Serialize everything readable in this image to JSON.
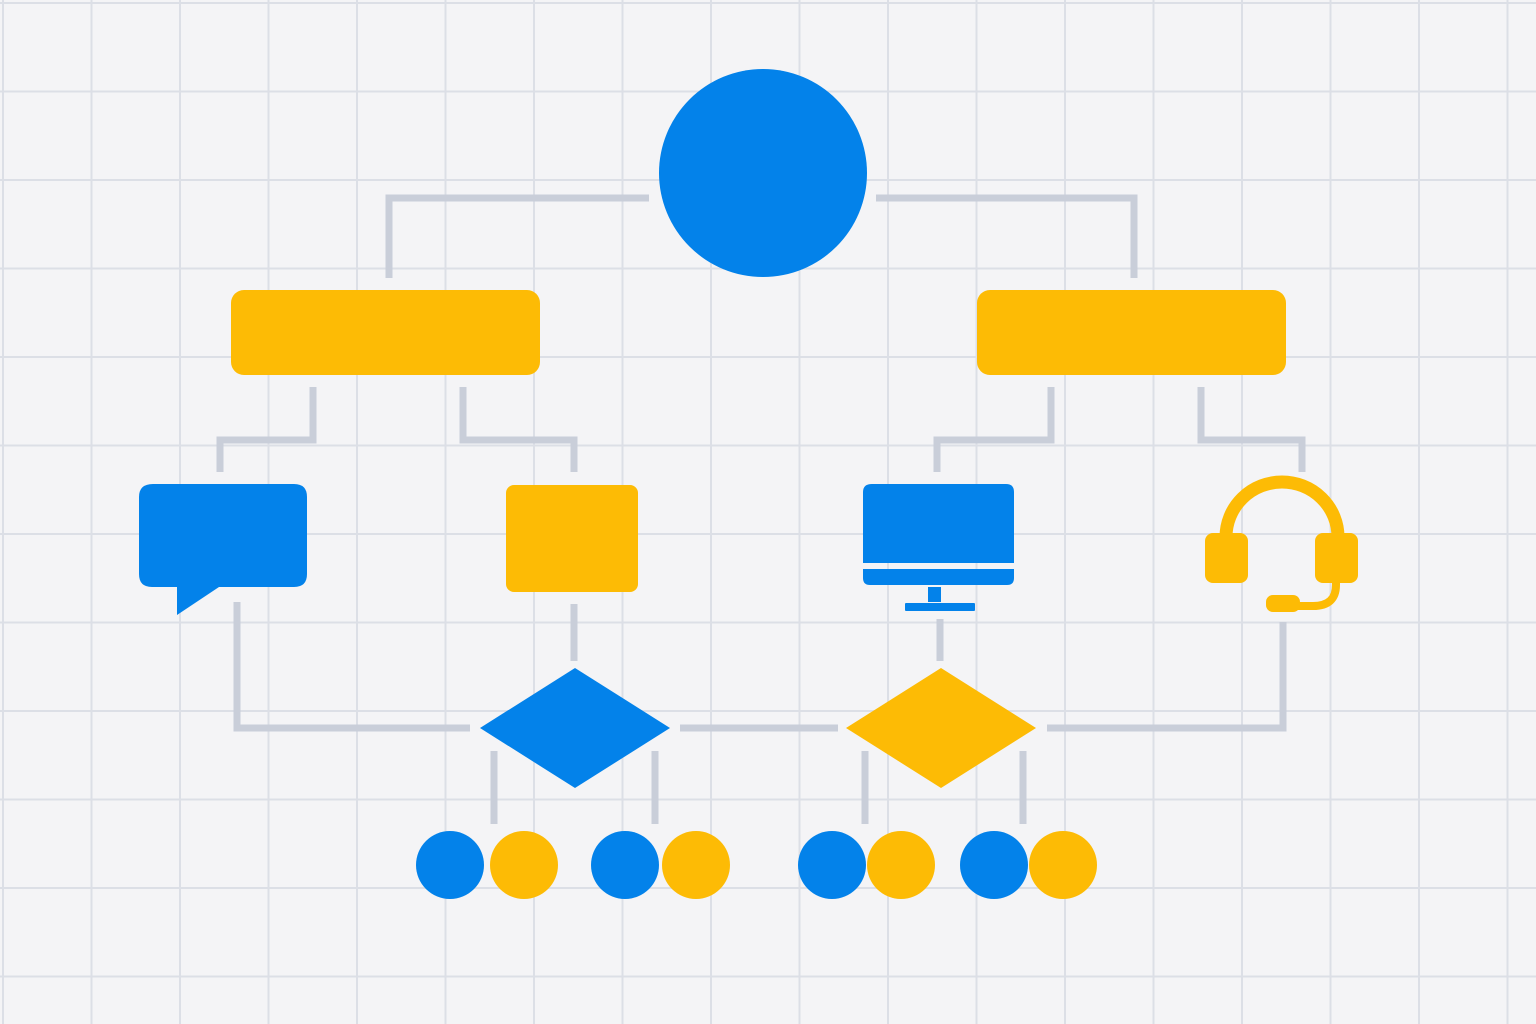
{
  "colors": {
    "background": "#f4f4f6",
    "grid": "#dcdfe6",
    "connector": "#c9ced9",
    "blue": "#0382ea",
    "yellow": "#fdbb05"
  },
  "diagram": {
    "root": {
      "shape": "circle",
      "color": "blue"
    },
    "branches": [
      {
        "shape": "rounded-rectangle",
        "color": "yellow",
        "children": [
          {
            "shape": "speech-bubble",
            "icon": "chat-icon",
            "color": "blue"
          },
          {
            "shape": "rounded-square",
            "color": "yellow"
          }
        ]
      },
      {
        "shape": "rounded-rectangle",
        "color": "yellow",
        "children": [
          {
            "shape": "monitor",
            "icon": "monitor-icon",
            "color": "blue"
          },
          {
            "shape": "headset",
            "icon": "headset-icon",
            "color": "yellow"
          }
        ]
      }
    ],
    "decisions": [
      {
        "shape": "diamond",
        "color": "blue"
      },
      {
        "shape": "diamond",
        "color": "yellow"
      }
    ],
    "outcome_dots": [
      "blue",
      "yellow",
      "blue",
      "yellow",
      "blue",
      "yellow",
      "blue",
      "yellow"
    ]
  }
}
